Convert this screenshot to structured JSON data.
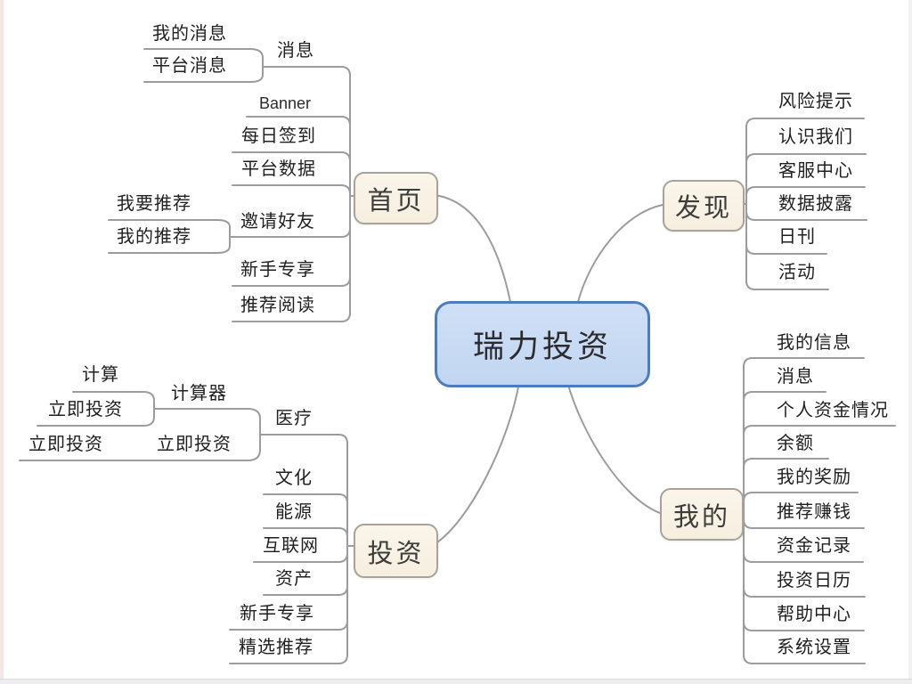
{
  "mindmap": {
    "root": {
      "label": "瑞力投资"
    },
    "branches": [
      {
        "label": "首页",
        "children": [
          {
            "label": "消息",
            "children": [
              {
                "label": "我的消息"
              },
              {
                "label": "平台消息"
              }
            ]
          },
          {
            "label": "Banner"
          },
          {
            "label": "每日签到"
          },
          {
            "label": "平台数据"
          },
          {
            "label": "邀请好友",
            "children": [
              {
                "label": "我要推荐"
              },
              {
                "label": "我的推荐"
              }
            ]
          },
          {
            "label": "新手专享"
          },
          {
            "label": "推荐阅读"
          }
        ]
      },
      {
        "label": "发现",
        "children": [
          {
            "label": "风险提示"
          },
          {
            "label": "认识我们"
          },
          {
            "label": "客服中心"
          },
          {
            "label": "数据披露"
          },
          {
            "label": "日刊"
          },
          {
            "label": "活动"
          }
        ]
      },
      {
        "label": "投资",
        "children": [
          {
            "label": "医疗",
            "children": [
              {
                "label": "计算器",
                "children": [
                  {
                    "label": "计算"
                  },
                  {
                    "label": "立即投资"
                  }
                ]
              },
              {
                "label": "立即投资",
                "children": [
                  {
                    "label": "立即投资"
                  }
                ]
              }
            ]
          },
          {
            "label": "文化"
          },
          {
            "label": "能源"
          },
          {
            "label": "互联网"
          },
          {
            "label": "资产"
          },
          {
            "label": "新手专享"
          },
          {
            "label": "精选推荐"
          }
        ]
      },
      {
        "label": "我的",
        "children": [
          {
            "label": "我的信息"
          },
          {
            "label": "消息"
          },
          {
            "label": "个人资金情况"
          },
          {
            "label": "余额"
          },
          {
            "label": "我的奖励"
          },
          {
            "label": "推荐赚钱"
          },
          {
            "label": "资金记录"
          },
          {
            "label": "投资日历"
          },
          {
            "label": "帮助中心"
          },
          {
            "label": "系统设置"
          }
        ]
      }
    ]
  },
  "colors": {
    "root_fill": "#c7daf3",
    "root_border": "#4d7cbe",
    "branch_fill": "#f8f2e5",
    "branch_border": "#a7a39a",
    "connector": "#9c9c9c",
    "text": "#1f1f1f"
  }
}
